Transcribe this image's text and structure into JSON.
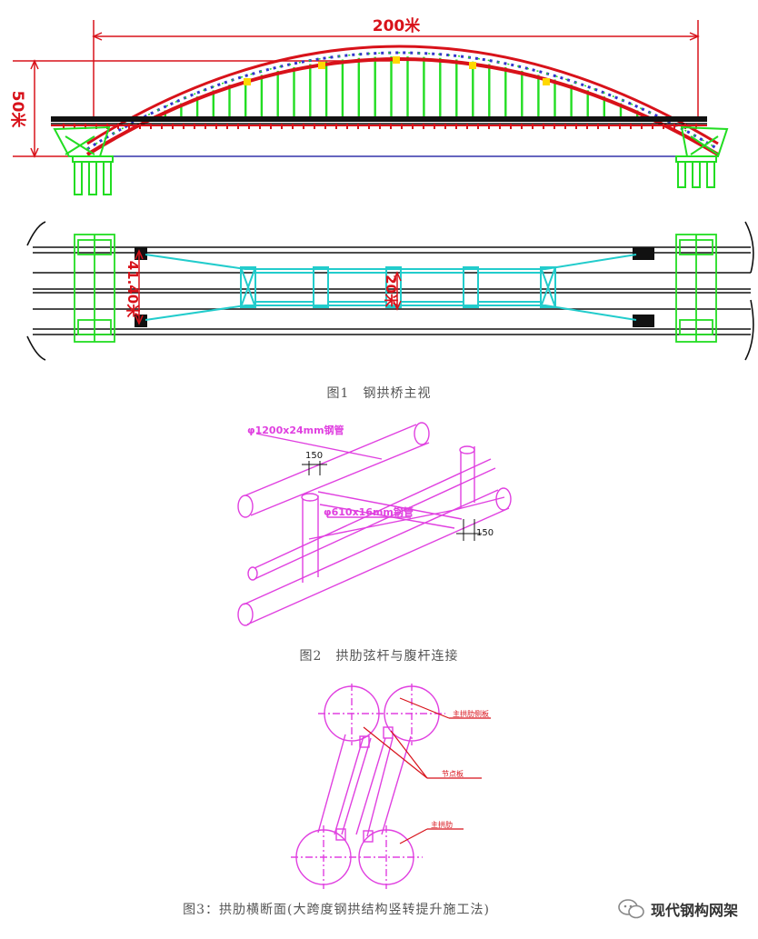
{
  "figure1": {
    "span_label": "200米",
    "height_label": "50米",
    "width_label": "41.40米",
    "inner_label": "20米",
    "caption": "图1　钢拱桥主视"
  },
  "figure2": {
    "chord_label": "φ1200x24mm钢管",
    "web_label": "φ610x16mm钢管",
    "gap_label_1": "150",
    "gap_label_2": "150",
    "caption": "图2　拱肋弦杆与腹杆连接"
  },
  "figure3": {
    "label_top": "主拱肋侧板",
    "label_mid": "节点板",
    "label_bottom": "主拱肋",
    "caption": "图3：拱肋横断面(大跨度钢拱结构竖转提升施工法)"
  },
  "watermark": {
    "text": "现代钢构网架"
  },
  "colors": {
    "arch_red": "#d8121a",
    "hanger_green": "#22dd22",
    "brace_cyan": "#22cccc",
    "pipe_magenta": "#e040e0",
    "deck_black": "#111111"
  }
}
